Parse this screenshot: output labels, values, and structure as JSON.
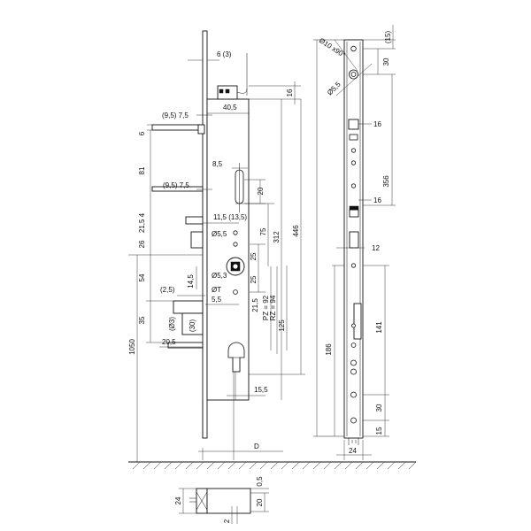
{
  "dimensions": {
    "d_15": "(15)",
    "d_30_top": "30",
    "d_phi10": "Ø10 x90°",
    "d_phi55_right": "Ø5,5",
    "d_16_r1": "16",
    "d_356": "356",
    "d_16_r2": "16",
    "d_12": "12",
    "d_141": "141",
    "d_186": "186",
    "d_30_bot": "30",
    "d_15_bot": "15",
    "d_24": "24",
    "d_6_3": "6 (3)",
    "d_16_top": "16",
    "d_40_5": "40,5",
    "d_9_5_7_5_a": "(9,5) 7,5",
    "d_6": "6",
    "d_81": "81",
    "d_8_5": "8,5",
    "d_9_5_7_5_b": "(9,5) 7,5",
    "d_20_slot": "20",
    "d_21_5_4": "21,5 4",
    "d_11_5": "11,5 (13,5)",
    "d_phi55_mid": "Ø5,5",
    "d_26": "26",
    "d_75": "75",
    "d_312": "312",
    "d_446": "446",
    "d_25_a": "25",
    "d_14_5": "14,5",
    "d_phi5_3": "Ø5,3",
    "d_54": "54",
    "d_25_b": "25",
    "d_2_5": "(2,5)",
    "d_phiT": "ØT",
    "d_5_5": "5,5",
    "d_21_5": "21,5",
    "d_pz92": "PZ = 92",
    "d_rz94": "RZ = 94",
    "d_125": "125",
    "d_35": "35",
    "d_30_paren": "(30)",
    "d_3_paren": "(Ø3)",
    "d_20_5": "20,5",
    "d_1050": "1050",
    "d_15_5": "15,5",
    "d_D": "D",
    "d_24_bottom": "24",
    "d_20_bottom": "20",
    "d_0_5": "0,5",
    "d_2": "2"
  }
}
